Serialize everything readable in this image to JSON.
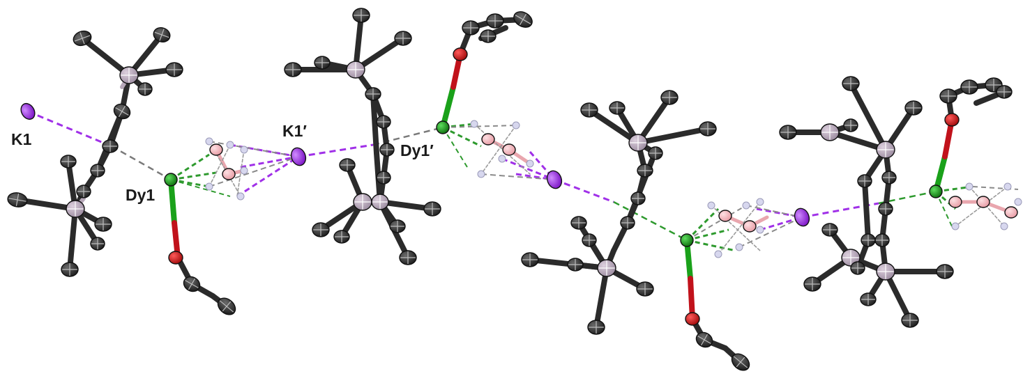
{
  "labels": {
    "k1": "K1",
    "k1_prime": "K1′",
    "dy1": "Dy1",
    "dy1_prime": "Dy1′"
  },
  "colors": {
    "carbon": "#3a3a3a",
    "silicon": "#b6a7b8",
    "boron": "#f2b7bd",
    "hydrogen": "#c9c9e8",
    "oxygen": "#d1181b",
    "dysprosium": "#1aa11a",
    "potassium": "#9b23e6",
    "k_contact": "#a030e8",
    "dy_contact": "#2e9a2e",
    "long_contact": "#8a8a8a"
  }
}
